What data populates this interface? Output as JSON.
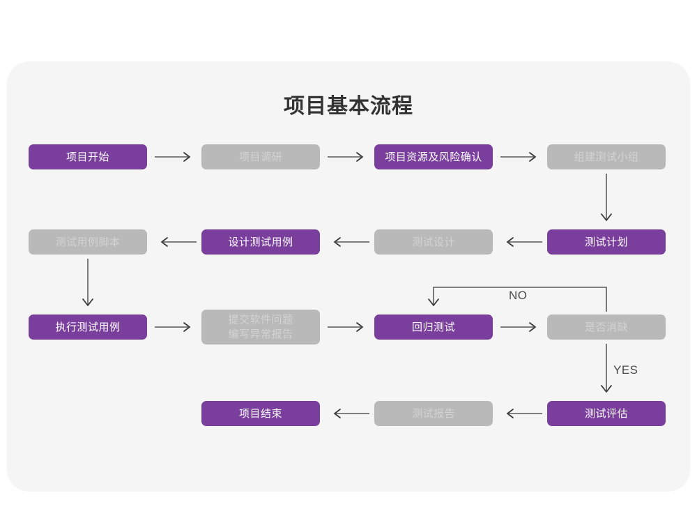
{
  "page": {
    "title": "项目基本流程",
    "card_background": "#f5f5f5",
    "canvas_background": "#ffffff"
  },
  "colors": {
    "active": "#7a3e9d",
    "active_text": "#ffffff",
    "inactive": "#b9b9b9",
    "inactive_text": "#d3d3d3",
    "arrow": "#5a5a5a",
    "title_text": "#333333"
  },
  "flow": {
    "rows": [
      {
        "direction": "right",
        "nodes": [
          {
            "id": "project-start",
            "label": "项目开始",
            "state": "active"
          },
          {
            "id": "project-research",
            "label": "项目调研",
            "state": "inactive"
          },
          {
            "id": "resource-risk",
            "label": "项目资源及风险确认",
            "state": "active"
          },
          {
            "id": "build-team",
            "label": "组建测试小组",
            "state": "inactive"
          }
        ]
      },
      {
        "direction": "left",
        "nodes": [
          {
            "id": "testcase-script",
            "label": "测试用例脚本",
            "state": "inactive"
          },
          {
            "id": "design-testcase",
            "label": "设计测试用例",
            "state": "active"
          },
          {
            "id": "test-design",
            "label": "测试设计",
            "state": "inactive"
          },
          {
            "id": "test-plan",
            "label": "测试计划",
            "state": "active"
          }
        ]
      },
      {
        "direction": "right",
        "nodes": [
          {
            "id": "execute-testcase",
            "label": "执行测试用例",
            "state": "active"
          },
          {
            "id": "submit-defect",
            "label": "提交软件问题\n编写异常报告",
            "state": "inactive"
          },
          {
            "id": "regression-test",
            "label": "回归测试",
            "state": "active"
          },
          {
            "id": "defect-cleared",
            "label": "是否消缺",
            "state": "inactive"
          }
        ]
      },
      {
        "direction": "left",
        "nodes": [
          {
            "id": "project-end",
            "label": "项目结束",
            "state": "active"
          },
          {
            "id": "test-report",
            "label": "测试报告",
            "state": "inactive"
          },
          {
            "id": "test-evaluation",
            "label": "测试评估",
            "state": "active"
          }
        ]
      }
    ],
    "edge_labels": [
      {
        "id": "no-label",
        "text": "NO"
      },
      {
        "id": "yes-label",
        "text": "YES"
      }
    ]
  }
}
